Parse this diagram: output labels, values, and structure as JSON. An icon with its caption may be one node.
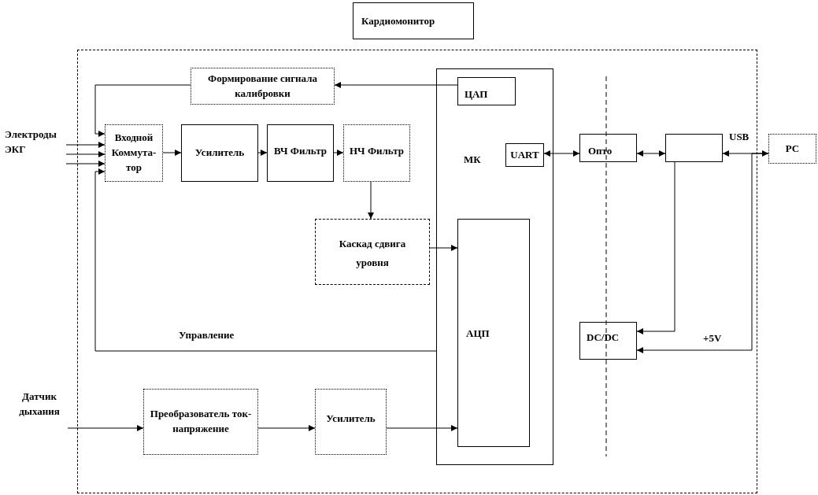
{
  "diagram": {
    "nodes": [
      {
        "text": [
          "Кардиомонитор"
        ]
      },
      {
        "text": [],
        "shape": "box"
      },
      {
        "text": [
          "Электроды ЭКГ"
        ]
      },
      {
        "text": [
          "Формирование сигнала калибровки"
        ],
        "in": 1
      },
      {
        "text": [
          "Входной Коммута-тор"
        ],
        "in": 1
      },
      {
        "text": [
          "Усилитель"
        ],
        "in": 1
      },
      {
        "text": [
          "ВЧ Фильтр"
        ],
        "in": 1
      },
      {
        "text": [
          "НЧ Фильтр"
        ],
        "in": 1
      },
      {
        "text": [
          "Каскад сдвига уровня"
        ],
        "in": 1
      },
      {
        "text": [
          "МК"
        ],
        "in": 1
      },
      {
        "text": [
          "ЦАП"
        ],
        "in": 9
      },
      {
        "text": [
          "UART"
        ],
        "in": 9
      },
      {
        "text": [
          "АЦП"
        ],
        "in": 9
      },
      {
        "text": [
          "Опто"
        ],
        "in": 1
      },
      {
        "text": [],
        "shape": "box",
        "in": 1
      },
      {
        "text": [
          "PC"
        ]
      },
      {
        "text": [
          "DC/DC"
        ],
        "in": 1
      },
      {
        "text": [
          "Датчик дыхания"
        ]
      },
      {
        "text": [
          "Преобразователь ток-напряжение"
        ],
        "in": 1
      },
      {
        "text": [
          "Усилитель"
        ],
        "in": 1
      }
    ],
    "edges": [
      {
        "from": 2,
        "to": 4,
        "arrow": "to"
      },
      {
        "from": 2,
        "to": 4,
        "arrow": "to"
      },
      {
        "from": 2,
        "to": 4,
        "arrow": "to"
      },
      {
        "from": 10,
        "to": 3,
        "arrow": "to"
      },
      {
        "from": 3,
        "to": 4,
        "arrow": "to"
      },
      {
        "from": 9,
        "to": 4,
        "arrow": "to",
        "label": "Управление"
      },
      {
        "from": 4,
        "to": 5,
        "arrow": "to"
      },
      {
        "from": 5,
        "to": 6,
        "arrow": "to"
      },
      {
        "from": 6,
        "to": 7,
        "arrow": "to"
      },
      {
        "from": 7,
        "to": 8,
        "arrow": "to"
      },
      {
        "from": 8,
        "to": 12,
        "arrow": "to"
      },
      {
        "from": 17,
        "to": 18,
        "arrow": "to"
      },
      {
        "from": 18,
        "to": 19,
        "arrow": "to"
      },
      {
        "from": 19,
        "to": 12,
        "arrow": "to"
      },
      {
        "from": 11,
        "to": 13,
        "arrow": "both"
      },
      {
        "from": 13,
        "to": 14,
        "arrow": "both"
      },
      {
        "from": 14,
        "to": 15,
        "arrow": "both",
        "label": "USB"
      },
      {
        "from": 14,
        "to": 16,
        "arrow": "to"
      },
      {
        "from": 15,
        "to": 16,
        "arrow": "to",
        "label": "+5V"
      }
    ]
  }
}
